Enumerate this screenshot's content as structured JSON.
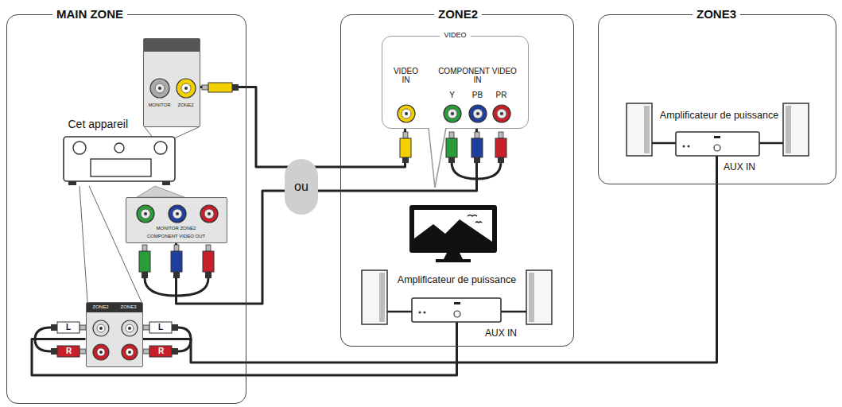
{
  "diagram": {
    "nodes": [
      {
        "text": [
          "MAIN ZONE"
        ]
      },
      {
        "text": [
          "Cet appareil"
        ],
        "in": 0
      },
      {
        "text": [
          "MONITOR",
          "ZONE2"
        ],
        "in": 0
      },
      {
        "text": [
          "MONITOR ZONE2",
          "COMPONENT VIDEO OUT"
        ],
        "in": 0
      },
      {
        "text": [
          "ZONE2",
          "ZONE3"
        ],
        "in": 0
      },
      {
        "text": [
          "ZONE2"
        ]
      },
      {
        "text": [
          "VIDEO",
          "VIDEO IN",
          "COMPONENT VIDEO IN",
          "Y",
          "PB",
          "PR"
        ],
        "in": 5
      },
      {
        "text": [
          "Amplificateur de puissance"
        ],
        "in": 5
      },
      {
        "text": [
          "ZONE3"
        ]
      },
      {
        "text": [
          "Amplificateur de puissance"
        ],
        "in": 8
      }
    ],
    "edges": [
      {
        "from": 2,
        "to": 6,
        "arrow": "none"
      },
      {
        "from": 3,
        "to": 6,
        "arrow": "none"
      },
      {
        "from": 4,
        "to": 7,
        "arrow": "none"
      },
      {
        "from": 4,
        "to": 9,
        "arrow": "none"
      }
    ],
    "labels": [
      "ou",
      "AUX IN",
      "AUX IN",
      "L",
      "R",
      "L",
      "R"
    ]
  }
}
